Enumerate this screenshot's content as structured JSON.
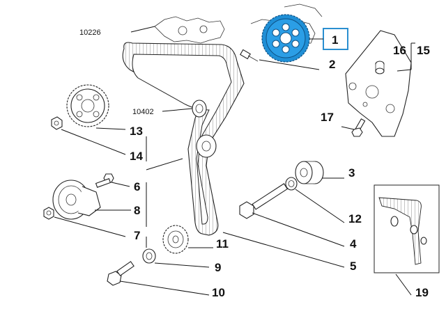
{
  "reference_labels": [
    "10226",
    "10402"
  ],
  "callouts": {
    "1": "1",
    "2": "2",
    "3": "3",
    "4": "4",
    "5": "5",
    "6": "6",
    "7": "7",
    "8": "8",
    "9": "9",
    "10": "10",
    "11": "11",
    "12": "12",
    "13": "13",
    "14": "14",
    "15": "15",
    "16": "16",
    "17": "17",
    "19": "19"
  },
  "highlight": {
    "part": "1",
    "color": "#1f8fd6",
    "box_color": "#2a8fd0"
  },
  "line_color": "#111111"
}
